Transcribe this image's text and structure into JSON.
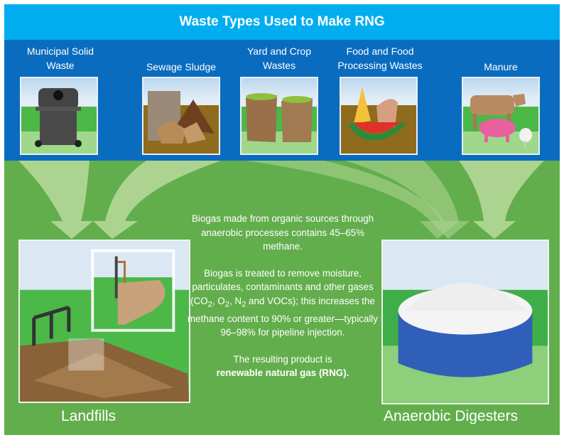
{
  "header": {
    "title": "Waste Types Used to Make RNG"
  },
  "waste_types": [
    {
      "label": "Municipal Solid Waste",
      "line1": "Municipal Solid",
      "line2": "Waste",
      "icon": "trash-bin-icon"
    },
    {
      "label": "Sewage Sludge",
      "line1": "Sewage Sludge",
      "icon": "sludge-icon"
    },
    {
      "label": "Yard and Crop Wastes",
      "line1": "Yard and Crop",
      "line2": "Wastes",
      "icon": "yard-waste-bags-icon"
    },
    {
      "label": "Food and Food Processing Wastes",
      "line1": "Food and Food",
      "line2": "Processing Wastes",
      "icon": "food-waste-icon"
    },
    {
      "label": "Manure",
      "line1": "Manure",
      "icon": "livestock-icon"
    }
  ],
  "description": {
    "p1": "Biogas made from organic sources through anaerobic processes contains 45–65% methane.",
    "p2_a": "Biogas is treated to remove moisture, particulates, contaminants and other gases (CO",
    "sub2": "2",
    "p2_b": ", O",
    "p2_c": ", N",
    "p2_d": " and VOCs); this increases the methane content to 90% or greater—typically 96–98% for pipeline injection.",
    "p3_a": "The resulting product is",
    "p3_b": "renewable natural gas (RNG)",
    "p3_c": "."
  },
  "destinations": {
    "landfills": "Landfills",
    "digesters": "Anaerobic Digesters"
  },
  "colors": {
    "title_band": "#00AEEF",
    "blue_band": "#0A6CBF",
    "green_band": "#62AE4C"
  }
}
